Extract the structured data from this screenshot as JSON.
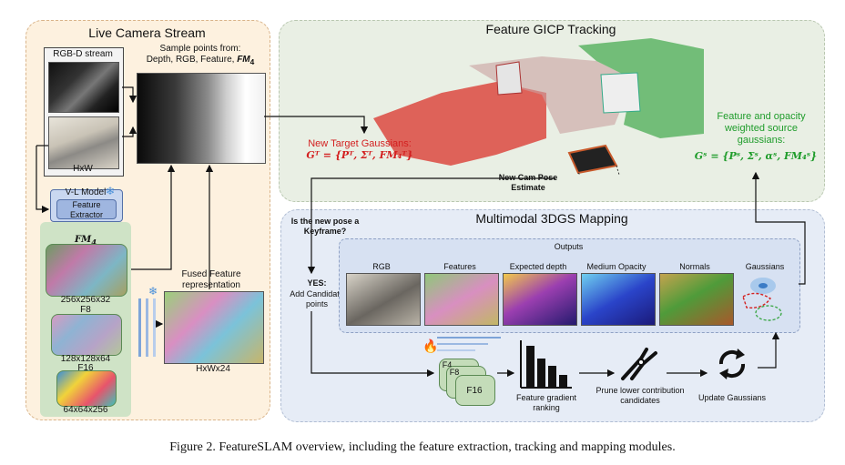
{
  "panels": {
    "live_camera": "Live Camera Stream",
    "tracking": "Feature GICP Tracking",
    "mapping": "Multimodal 3DGS Mapping"
  },
  "left": {
    "rgbd_stream": "RGB-D stream",
    "hxw": "HxW",
    "sample_points": "Sample points from:",
    "sample_sources": "Depth, RGB, Feature,",
    "sample_fm": "FM",
    "sample_fm_sub": "4",
    "vl_model": "V-L Model",
    "feature_extractor": "Feature Extractor",
    "fm4": "FM",
    "fm4_sub": "4",
    "size_256": "256x256x32",
    "f8": "F8",
    "size_128": "128x128x64",
    "f16": "F16",
    "size_64": "64x64x256",
    "fused_feature": "Fused Feature representation",
    "hxwx24": "HxWx24",
    "snowflake": "❄"
  },
  "tracking": {
    "new_target_label": "New Target Gaussians:",
    "new_target_math": "Gᵀ = {Pᵀ, Σᵀ, FM₄ᵀ}",
    "source_label": "Feature and opacity weighted source gaussians:",
    "source_math": "Gˢ = {Pˢ, Σˢ, αˢ, FM₄ˢ}",
    "new_cam": "New Cam Pose Estimate"
  },
  "mapping": {
    "keyframe_q": "Is the new pose a Keyframe?",
    "yes": "YES:",
    "add_candidate": "Add Candidate points",
    "outputs": "Outputs",
    "output_items": [
      "RGB",
      "Features",
      "Expected depth",
      "Medium Opacity",
      "Normals",
      "Gaussians"
    ],
    "f4": "F4",
    "f8": "F8",
    "f16": "F16",
    "ranking": "Feature gradient ranking",
    "prune": "Prune lower contribution candidates",
    "update": "Update Gaussians",
    "fire": "🔥"
  },
  "caption": "Figure 2. FeatureSLAM overview, including the feature extraction, tracking and mapping modules.",
  "colors": {
    "target_red": "#d31f1f",
    "source_green": "#1f9c2b",
    "panel_orange": "#fdf1df",
    "panel_green": "#e9efe4",
    "panel_blue": "#e6ecf6"
  }
}
